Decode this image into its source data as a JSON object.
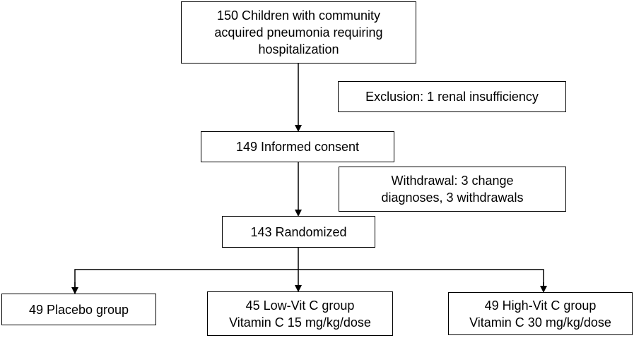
{
  "diagram": {
    "enrolled": {
      "lines": [
        "150 Children with community",
        "acquired pneumonia requiring",
        "hospitalization"
      ]
    },
    "exclusion": {
      "lines": [
        "Exclusion: 1 renal insufficiency"
      ]
    },
    "consent": {
      "lines": [
        "149 Informed consent"
      ]
    },
    "withdrawal": {
      "lines": [
        "Withdrawal: 3 change",
        "diagnoses, 3 withdrawals"
      ]
    },
    "randomized": {
      "lines": [
        "143 Randomized"
      ]
    },
    "placebo": {
      "lines": [
        "49 Placebo group"
      ]
    },
    "low_vit_c": {
      "lines": [
        "45 Low-Vit C group",
        "Vitamin C 15 mg/kg/dose"
      ]
    },
    "high_vit_c": {
      "lines": [
        "49 High-Vit C group",
        "Vitamin C 30 mg/kg/dose"
      ]
    }
  }
}
